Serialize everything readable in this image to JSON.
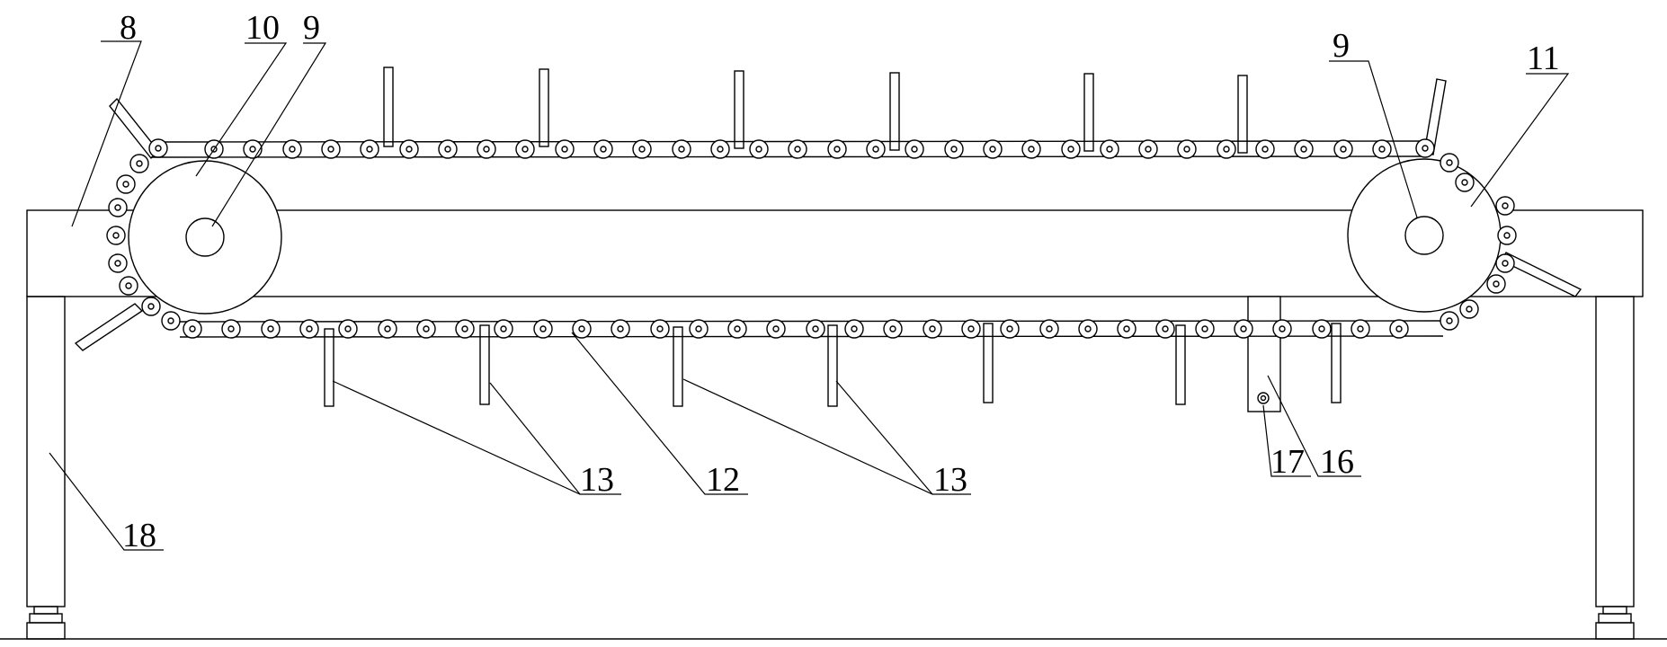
{
  "figure": {
    "callouts": {
      "c8": "8",
      "c10": "10",
      "c9_left": "9",
      "c9_right": "9",
      "c11": "11",
      "c13_left": "13",
      "c12": "12",
      "c13_right": "13",
      "c17": "17",
      "c16": "16",
      "c18": "18"
    }
  }
}
